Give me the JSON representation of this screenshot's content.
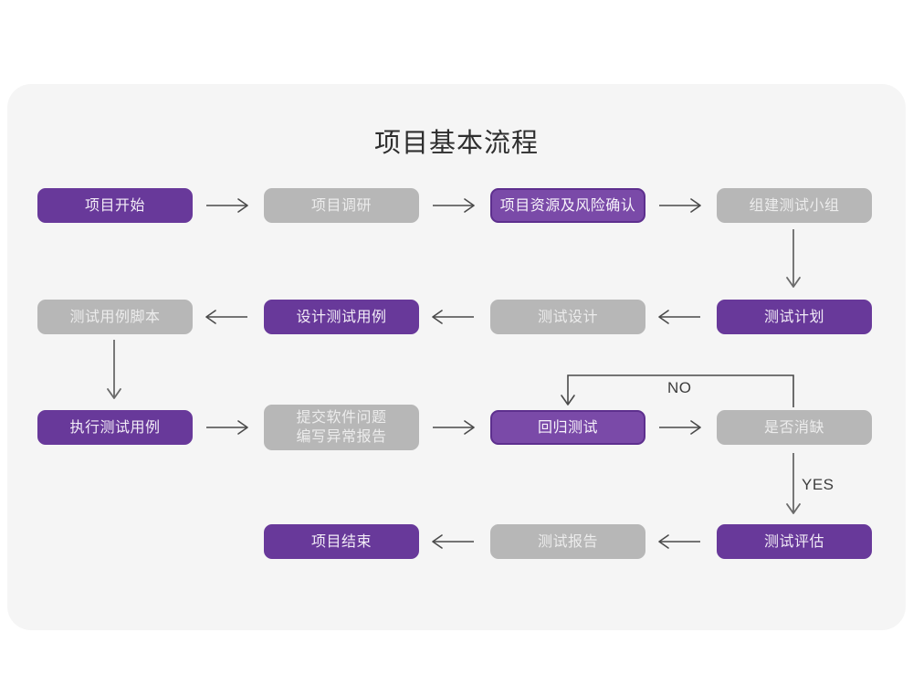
{
  "title": "项目基本流程",
  "theme": {
    "page_background": "#ffffff",
    "card_background": "#f5f5f5",
    "purple": "#68399a",
    "purple_outline_fill": "#7a4aa8",
    "purple_outline_border": "#5d2f8e",
    "gray": "#b7b7b7",
    "node_text_light": "#ececec",
    "title_color": "#2f2f2f",
    "arrow_color": "#4a4a4a"
  },
  "nodes": [
    {
      "id": "n1",
      "label": "项目开始",
      "style": "purple",
      "row": 1,
      "col": 1
    },
    {
      "id": "n2",
      "label": "项目调研",
      "style": "gray",
      "row": 1,
      "col": 2
    },
    {
      "id": "n3",
      "label": "项目资源及风险确认",
      "style": "purple-outline",
      "row": 1,
      "col": 3
    },
    {
      "id": "n4",
      "label": "组建测试小组",
      "style": "gray",
      "row": 1,
      "col": 4
    },
    {
      "id": "n5",
      "label": "测试用例脚本",
      "style": "gray",
      "row": 2,
      "col": 1
    },
    {
      "id": "n6",
      "label": "设计测试用例",
      "style": "purple",
      "row": 2,
      "col": 2
    },
    {
      "id": "n7",
      "label": "测试设计",
      "style": "gray",
      "row": 2,
      "col": 3
    },
    {
      "id": "n8",
      "label": "测试计划",
      "style": "purple",
      "row": 2,
      "col": 4
    },
    {
      "id": "n9",
      "label": "执行测试用例",
      "style": "purple",
      "row": 3,
      "col": 1
    },
    {
      "id": "n10",
      "label": "提交软件问题\n编写异常报告",
      "style": "gray",
      "row": 3,
      "col": 2
    },
    {
      "id": "n11",
      "label": "回归测试",
      "style": "purple-outline",
      "row": 3,
      "col": 3
    },
    {
      "id": "n12",
      "label": "是否消缺",
      "style": "gray",
      "row": 3,
      "col": 4
    },
    {
      "id": "n13",
      "label": "项目结束",
      "style": "purple",
      "row": 4,
      "col": 2
    },
    {
      "id": "n14",
      "label": "测试报告",
      "style": "gray",
      "row": 4,
      "col": 3
    },
    {
      "id": "n15",
      "label": "测试评估",
      "style": "purple",
      "row": 4,
      "col": 4
    }
  ],
  "edge_labels": {
    "no": "NO",
    "yes": "YES"
  },
  "edges": [
    {
      "from": "n1",
      "to": "n2",
      "direction": "right"
    },
    {
      "from": "n2",
      "to": "n3",
      "direction": "right"
    },
    {
      "from": "n3",
      "to": "n4",
      "direction": "right"
    },
    {
      "from": "n4",
      "to": "n8",
      "direction": "down"
    },
    {
      "from": "n8",
      "to": "n7",
      "direction": "left"
    },
    {
      "from": "n7",
      "to": "n6",
      "direction": "left"
    },
    {
      "from": "n6",
      "to": "n5",
      "direction": "left"
    },
    {
      "from": "n5",
      "to": "n9",
      "direction": "down"
    },
    {
      "from": "n9",
      "to": "n10",
      "direction": "right"
    },
    {
      "from": "n10",
      "to": "n11",
      "direction": "right"
    },
    {
      "from": "n11",
      "to": "n12",
      "direction": "right"
    },
    {
      "from": "n12",
      "to": "n11",
      "direction": "loop-up-left",
      "label": "NO"
    },
    {
      "from": "n12",
      "to": "n15",
      "direction": "down",
      "label": "YES"
    },
    {
      "from": "n15",
      "to": "n14",
      "direction": "left"
    },
    {
      "from": "n14",
      "to": "n13",
      "direction": "left"
    }
  ]
}
